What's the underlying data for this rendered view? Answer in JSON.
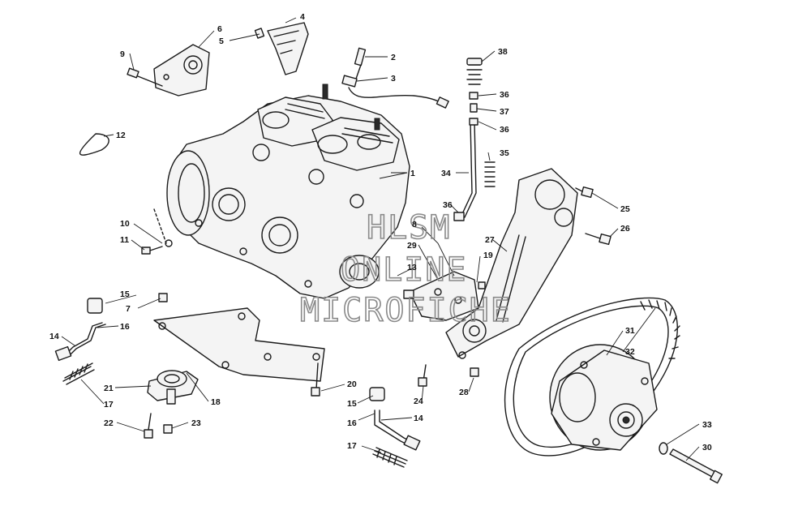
{
  "watermark": {
    "line1": "HLSM",
    "line2": "ONLINE",
    "line3": "MICROFICHE"
  },
  "callouts": {
    "c1": "1",
    "c2": "2",
    "c3": "3",
    "c4": "4",
    "c5": "5",
    "c6": "6",
    "c7": "7",
    "c8": "8",
    "c9": "9",
    "c10": "10",
    "c11": "11",
    "c12": "12",
    "c13": "13",
    "c14a": "14",
    "c14b": "14",
    "c15a": "15",
    "c15b": "15",
    "c16a": "16",
    "c16b": "16",
    "c17a": "17",
    "c17b": "17",
    "c18": "18",
    "c19": "19",
    "c20": "20",
    "c21": "21",
    "c22": "22",
    "c23": "23",
    "c24": "24",
    "c25": "25",
    "c26": "26",
    "c27": "27",
    "c28": "28",
    "c29": "29",
    "c30": "30",
    "c31": "31",
    "c32": "32",
    "c33": "33",
    "c34": "34",
    "c35": "35",
    "c36a": "36",
    "c36b": "36",
    "c36c": "36",
    "c37": "37",
    "c38": "38"
  }
}
